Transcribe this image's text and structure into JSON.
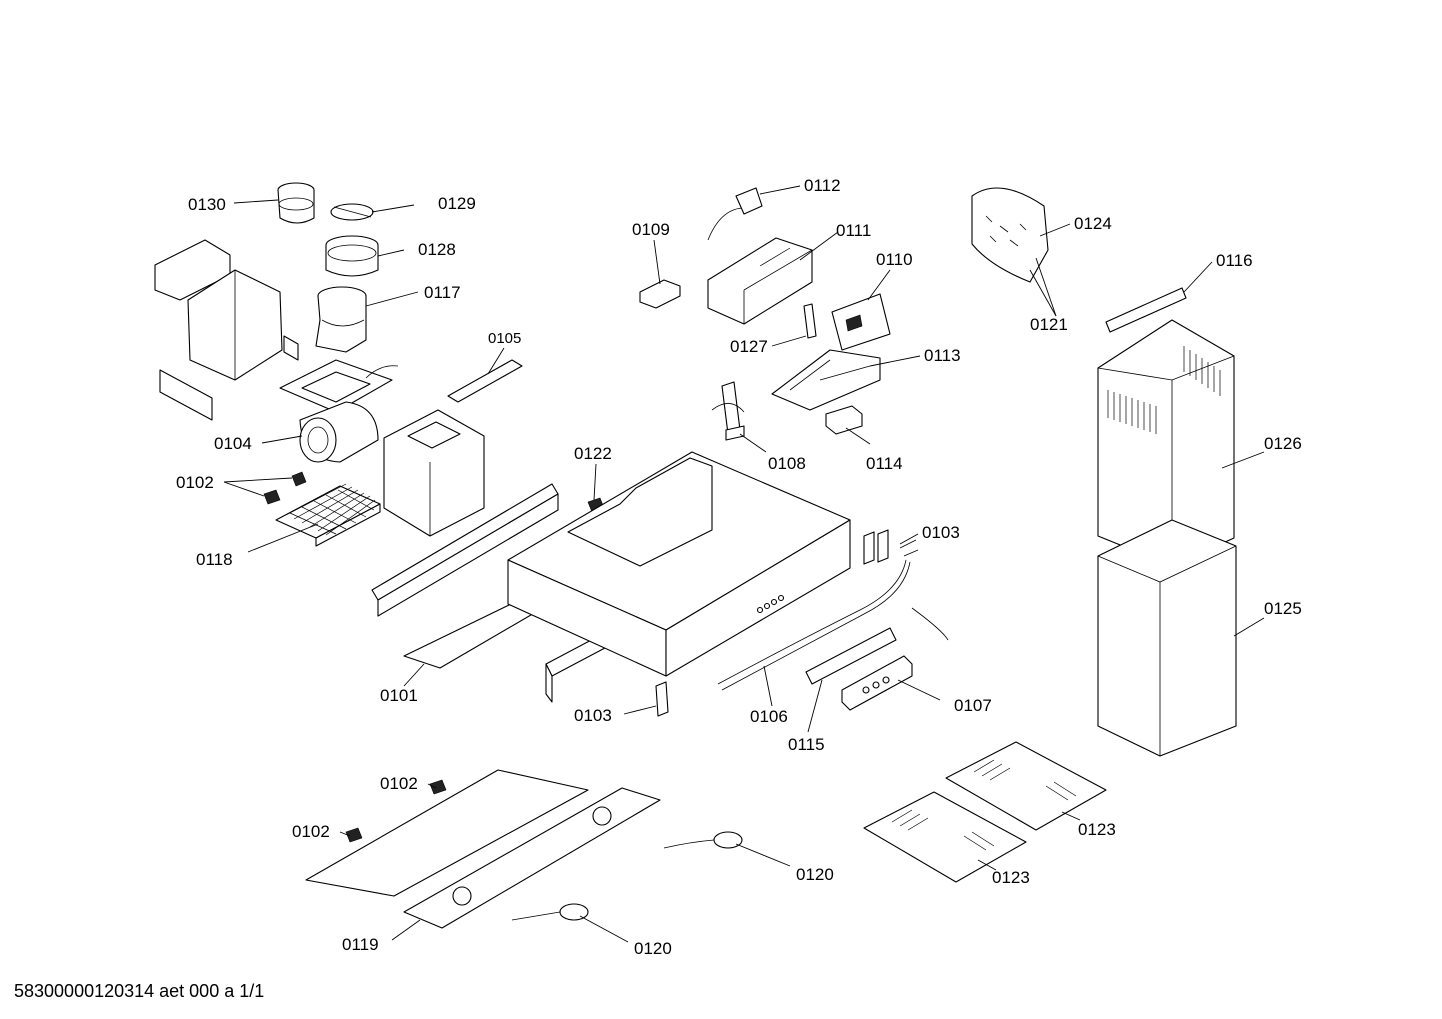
{
  "document": {
    "code": "58300000120314 aet 000 a 1/1"
  },
  "parts": [
    {
      "id": "p0130",
      "label": "0130"
    },
    {
      "id": "p0129",
      "label": "0129"
    },
    {
      "id": "p0128",
      "label": "0128"
    },
    {
      "id": "p0117",
      "label": "0117"
    },
    {
      "id": "p0105",
      "label": "0105"
    },
    {
      "id": "p0104",
      "label": "0104"
    },
    {
      "id": "p0102a",
      "label": "0102"
    },
    {
      "id": "p0118",
      "label": "0118"
    },
    {
      "id": "p0122",
      "label": "0122"
    },
    {
      "id": "p0101",
      "label": "0101"
    },
    {
      "id": "p0103a",
      "label": "0103"
    },
    {
      "id": "p0112",
      "label": "0112"
    },
    {
      "id": "p0109",
      "label": "0109"
    },
    {
      "id": "p0111",
      "label": "0111"
    },
    {
      "id": "p0110",
      "label": "0110"
    },
    {
      "id": "p0127",
      "label": "0127"
    },
    {
      "id": "p0113",
      "label": "0113"
    },
    {
      "id": "p0108",
      "label": "0108"
    },
    {
      "id": "p0114",
      "label": "0114"
    },
    {
      "id": "p0103b",
      "label": "0103"
    },
    {
      "id": "p0106",
      "label": "0106"
    },
    {
      "id": "p0115",
      "label": "0115"
    },
    {
      "id": "p0107",
      "label": "0107"
    },
    {
      "id": "p0124",
      "label": "0124"
    },
    {
      "id": "p0116",
      "label": "0116"
    },
    {
      "id": "p0121",
      "label": "0121"
    },
    {
      "id": "p0126",
      "label": "0126"
    },
    {
      "id": "p0125",
      "label": "0125"
    },
    {
      "id": "p0102b",
      "label": "0102"
    },
    {
      "id": "p0102c",
      "label": "0102"
    },
    {
      "id": "p0119",
      "label": "0119"
    },
    {
      "id": "p0120a",
      "label": "0120"
    },
    {
      "id": "p0120b",
      "label": "0120"
    },
    {
      "id": "p0123a",
      "label": "0123"
    },
    {
      "id": "p0123b",
      "label": "0123"
    }
  ]
}
